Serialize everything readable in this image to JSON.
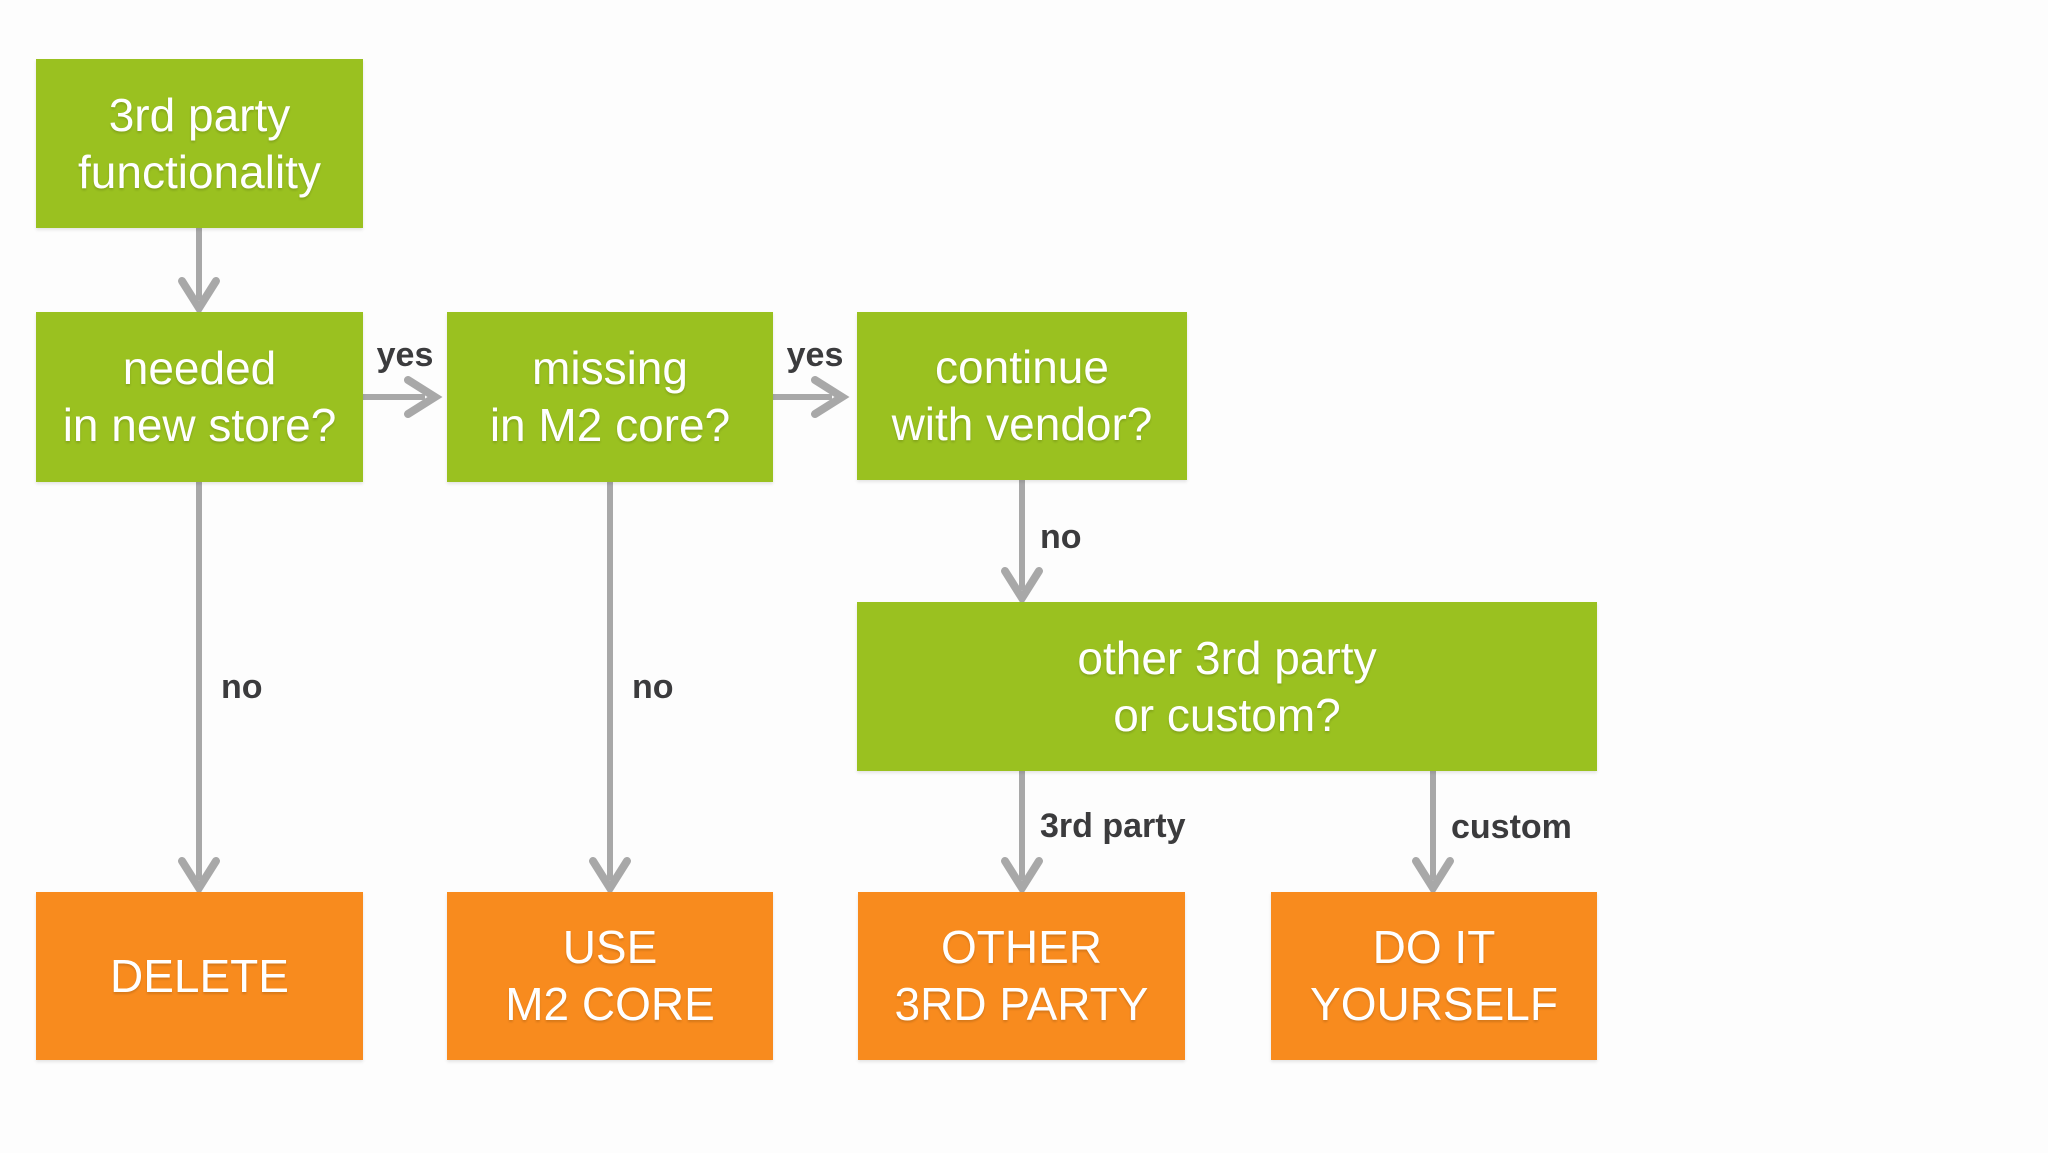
{
  "diagram": {
    "type": "flowchart",
    "colors": {
      "node_green": "#9ac120",
      "node_orange": "#f88b1e",
      "arrow_gray": "#a8a8a8",
      "label_text": "#3b3b3d",
      "node_text": "#ffffff",
      "canvas_bg": "#fdfdfd"
    },
    "nodes": [
      {
        "id": "start",
        "label": "3rd party\nfunctionality",
        "color": "green"
      },
      {
        "id": "needed",
        "label": "needed\nin new store?",
        "color": "green"
      },
      {
        "id": "missing",
        "label": "missing\nin M2 core?",
        "color": "green"
      },
      {
        "id": "vendor",
        "label": "continue\nwith vendor?",
        "color": "green"
      },
      {
        "id": "other-custom",
        "label": "other 3rd party\nor custom?",
        "color": "green"
      },
      {
        "id": "delete",
        "label": "DELETE",
        "color": "orange"
      },
      {
        "id": "use-core",
        "label": "USE\nM2 CORE",
        "color": "orange"
      },
      {
        "id": "other-3rd",
        "label": "OTHER\n3RD PARTY",
        "color": "orange"
      },
      {
        "id": "diy",
        "label": "DO IT\nYOURSELF",
        "color": "orange"
      }
    ],
    "edges": [
      {
        "from": "start",
        "to": "needed",
        "label": ""
      },
      {
        "from": "needed",
        "to": "missing",
        "label": "yes"
      },
      {
        "from": "missing",
        "to": "vendor",
        "label": "yes"
      },
      {
        "from": "vendor",
        "to": "other-custom",
        "label": "no"
      },
      {
        "from": "needed",
        "to": "delete",
        "label": "no"
      },
      {
        "from": "missing",
        "to": "use-core",
        "label": "no"
      },
      {
        "from": "other-custom",
        "to": "other-3rd",
        "label": "3rd party"
      },
      {
        "from": "other-custom",
        "to": "diy",
        "label": "custom"
      }
    ]
  }
}
